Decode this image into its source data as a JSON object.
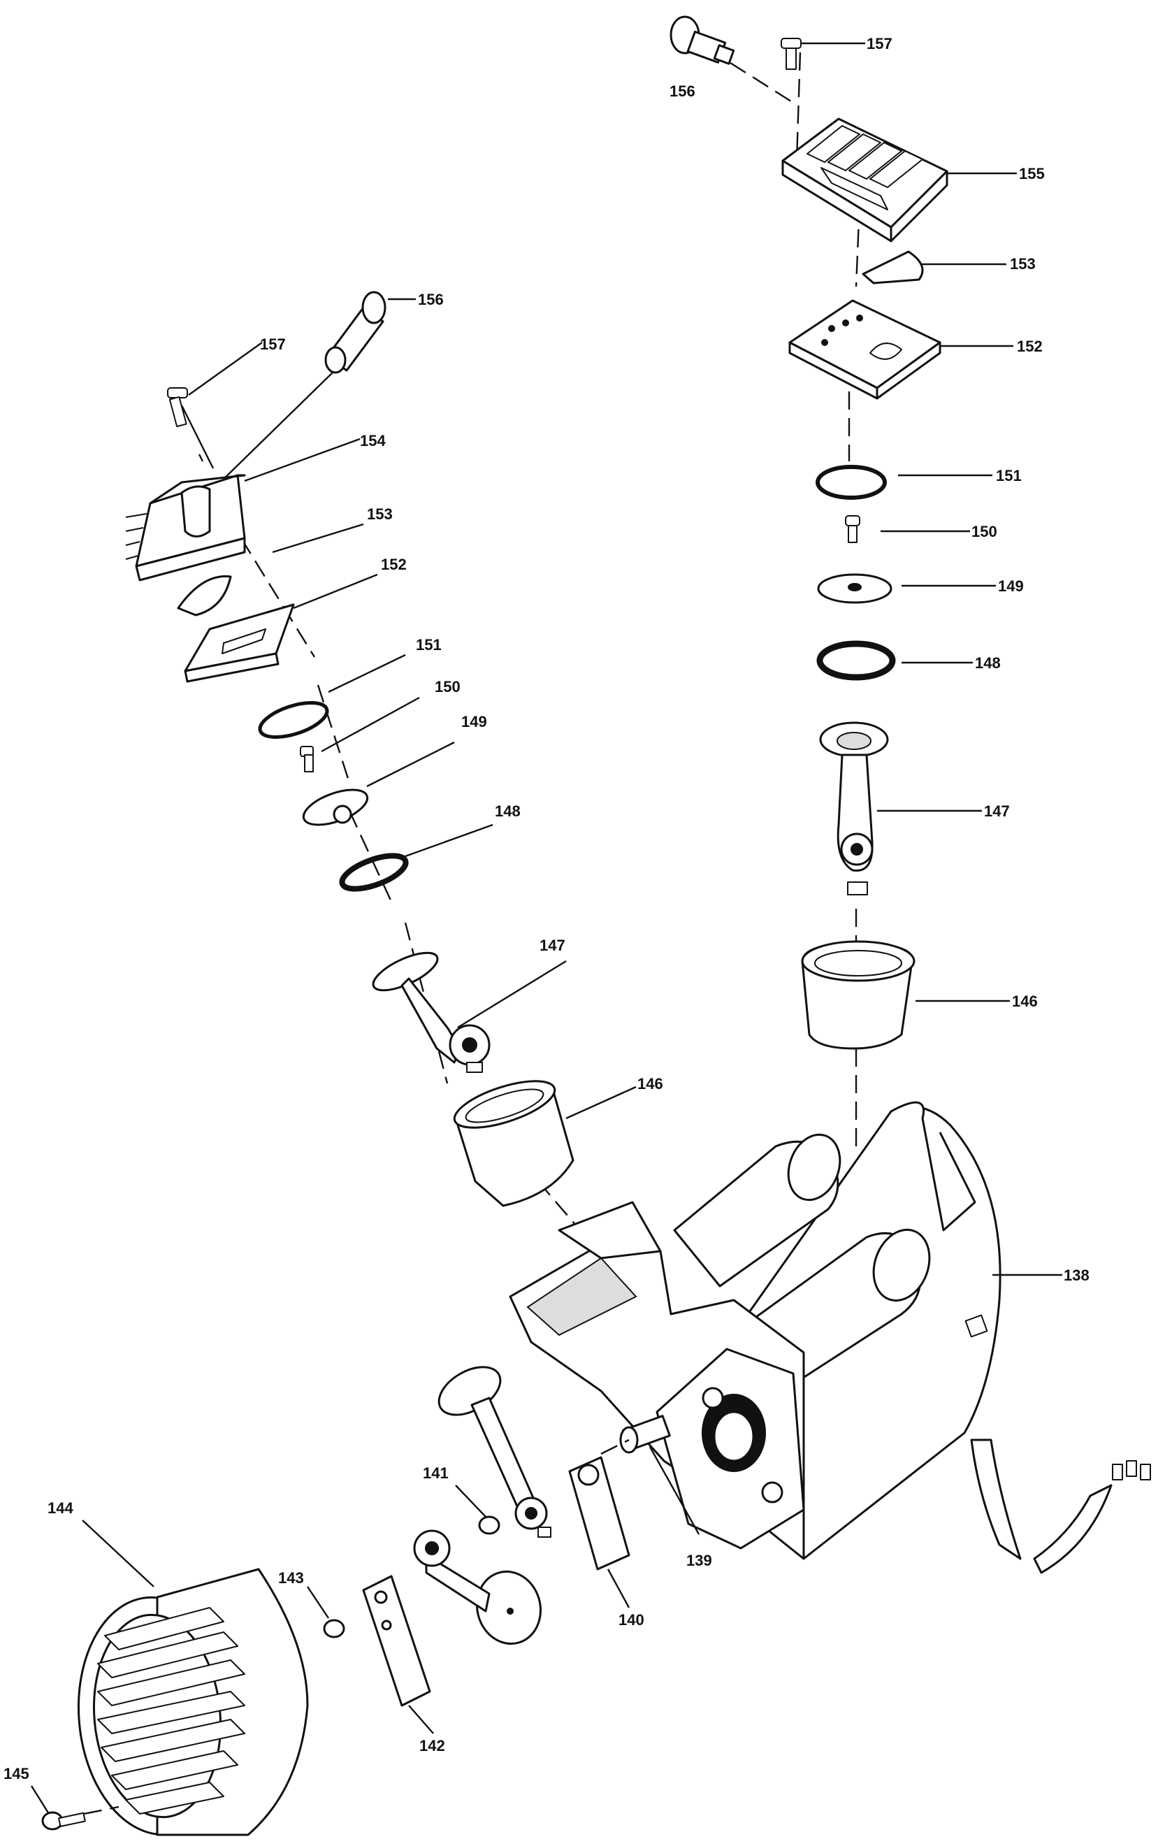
{
  "diagram": {
    "labels": {
      "l138": "138",
      "l139": "139",
      "l140": "140",
      "l141": "141",
      "l142": "142",
      "l143": "143",
      "l144": "144",
      "l145": "145",
      "l146a": "146",
      "l146b": "146",
      "l147a": "147",
      "l147b": "147",
      "l148a": "148",
      "l148b": "148",
      "l149a": "149",
      "l149b": "149",
      "l150a": "150",
      "l150b": "150",
      "l151a": "151",
      "l151b": "151",
      "l152a": "152",
      "l152b": "152",
      "l153a": "153",
      "l153b": "153",
      "l154": "154",
      "l155": "155",
      "l156a": "156",
      "l156b": "156",
      "l157a": "157",
      "l157b": "157"
    }
  }
}
